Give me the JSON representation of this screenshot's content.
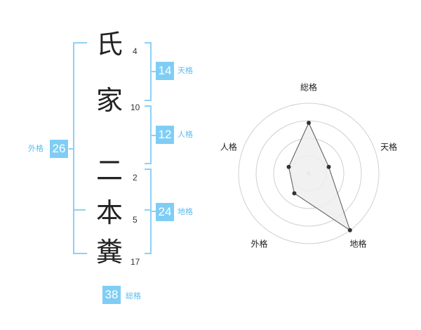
{
  "name": {
    "chars": [
      {
        "char": "氏",
        "strokes": "4"
      },
      {
        "char": "家",
        "strokes": "10"
      },
      {
        "char": "二",
        "strokes": "2"
      },
      {
        "char": "本",
        "strokes": "5"
      },
      {
        "char": "糞",
        "strokes": "17"
      }
    ]
  },
  "fortune": {
    "tenkaku": {
      "value": "14",
      "label": "天格"
    },
    "jinkaku": {
      "value": "12",
      "label": "人格"
    },
    "chikaku": {
      "value": "24",
      "label": "地格"
    },
    "gaikaku": {
      "value": "26",
      "label": "外格"
    },
    "soukaku": {
      "value": "38",
      "label": "総格"
    }
  },
  "chart_data": {
    "type": "radar",
    "axes": [
      "総格",
      "天格",
      "地格",
      "外格",
      "人格"
    ],
    "values": [
      0.72,
      0.3,
      1.0,
      0.35,
      0.3
    ],
    "range": [
      0,
      1
    ],
    "rings": 4,
    "colors": {
      "fill": "#eeeeee",
      "line": "#555555",
      "point": "#333333",
      "grid": "#d0d0d0",
      "accent": "#7fcdf5"
    }
  }
}
